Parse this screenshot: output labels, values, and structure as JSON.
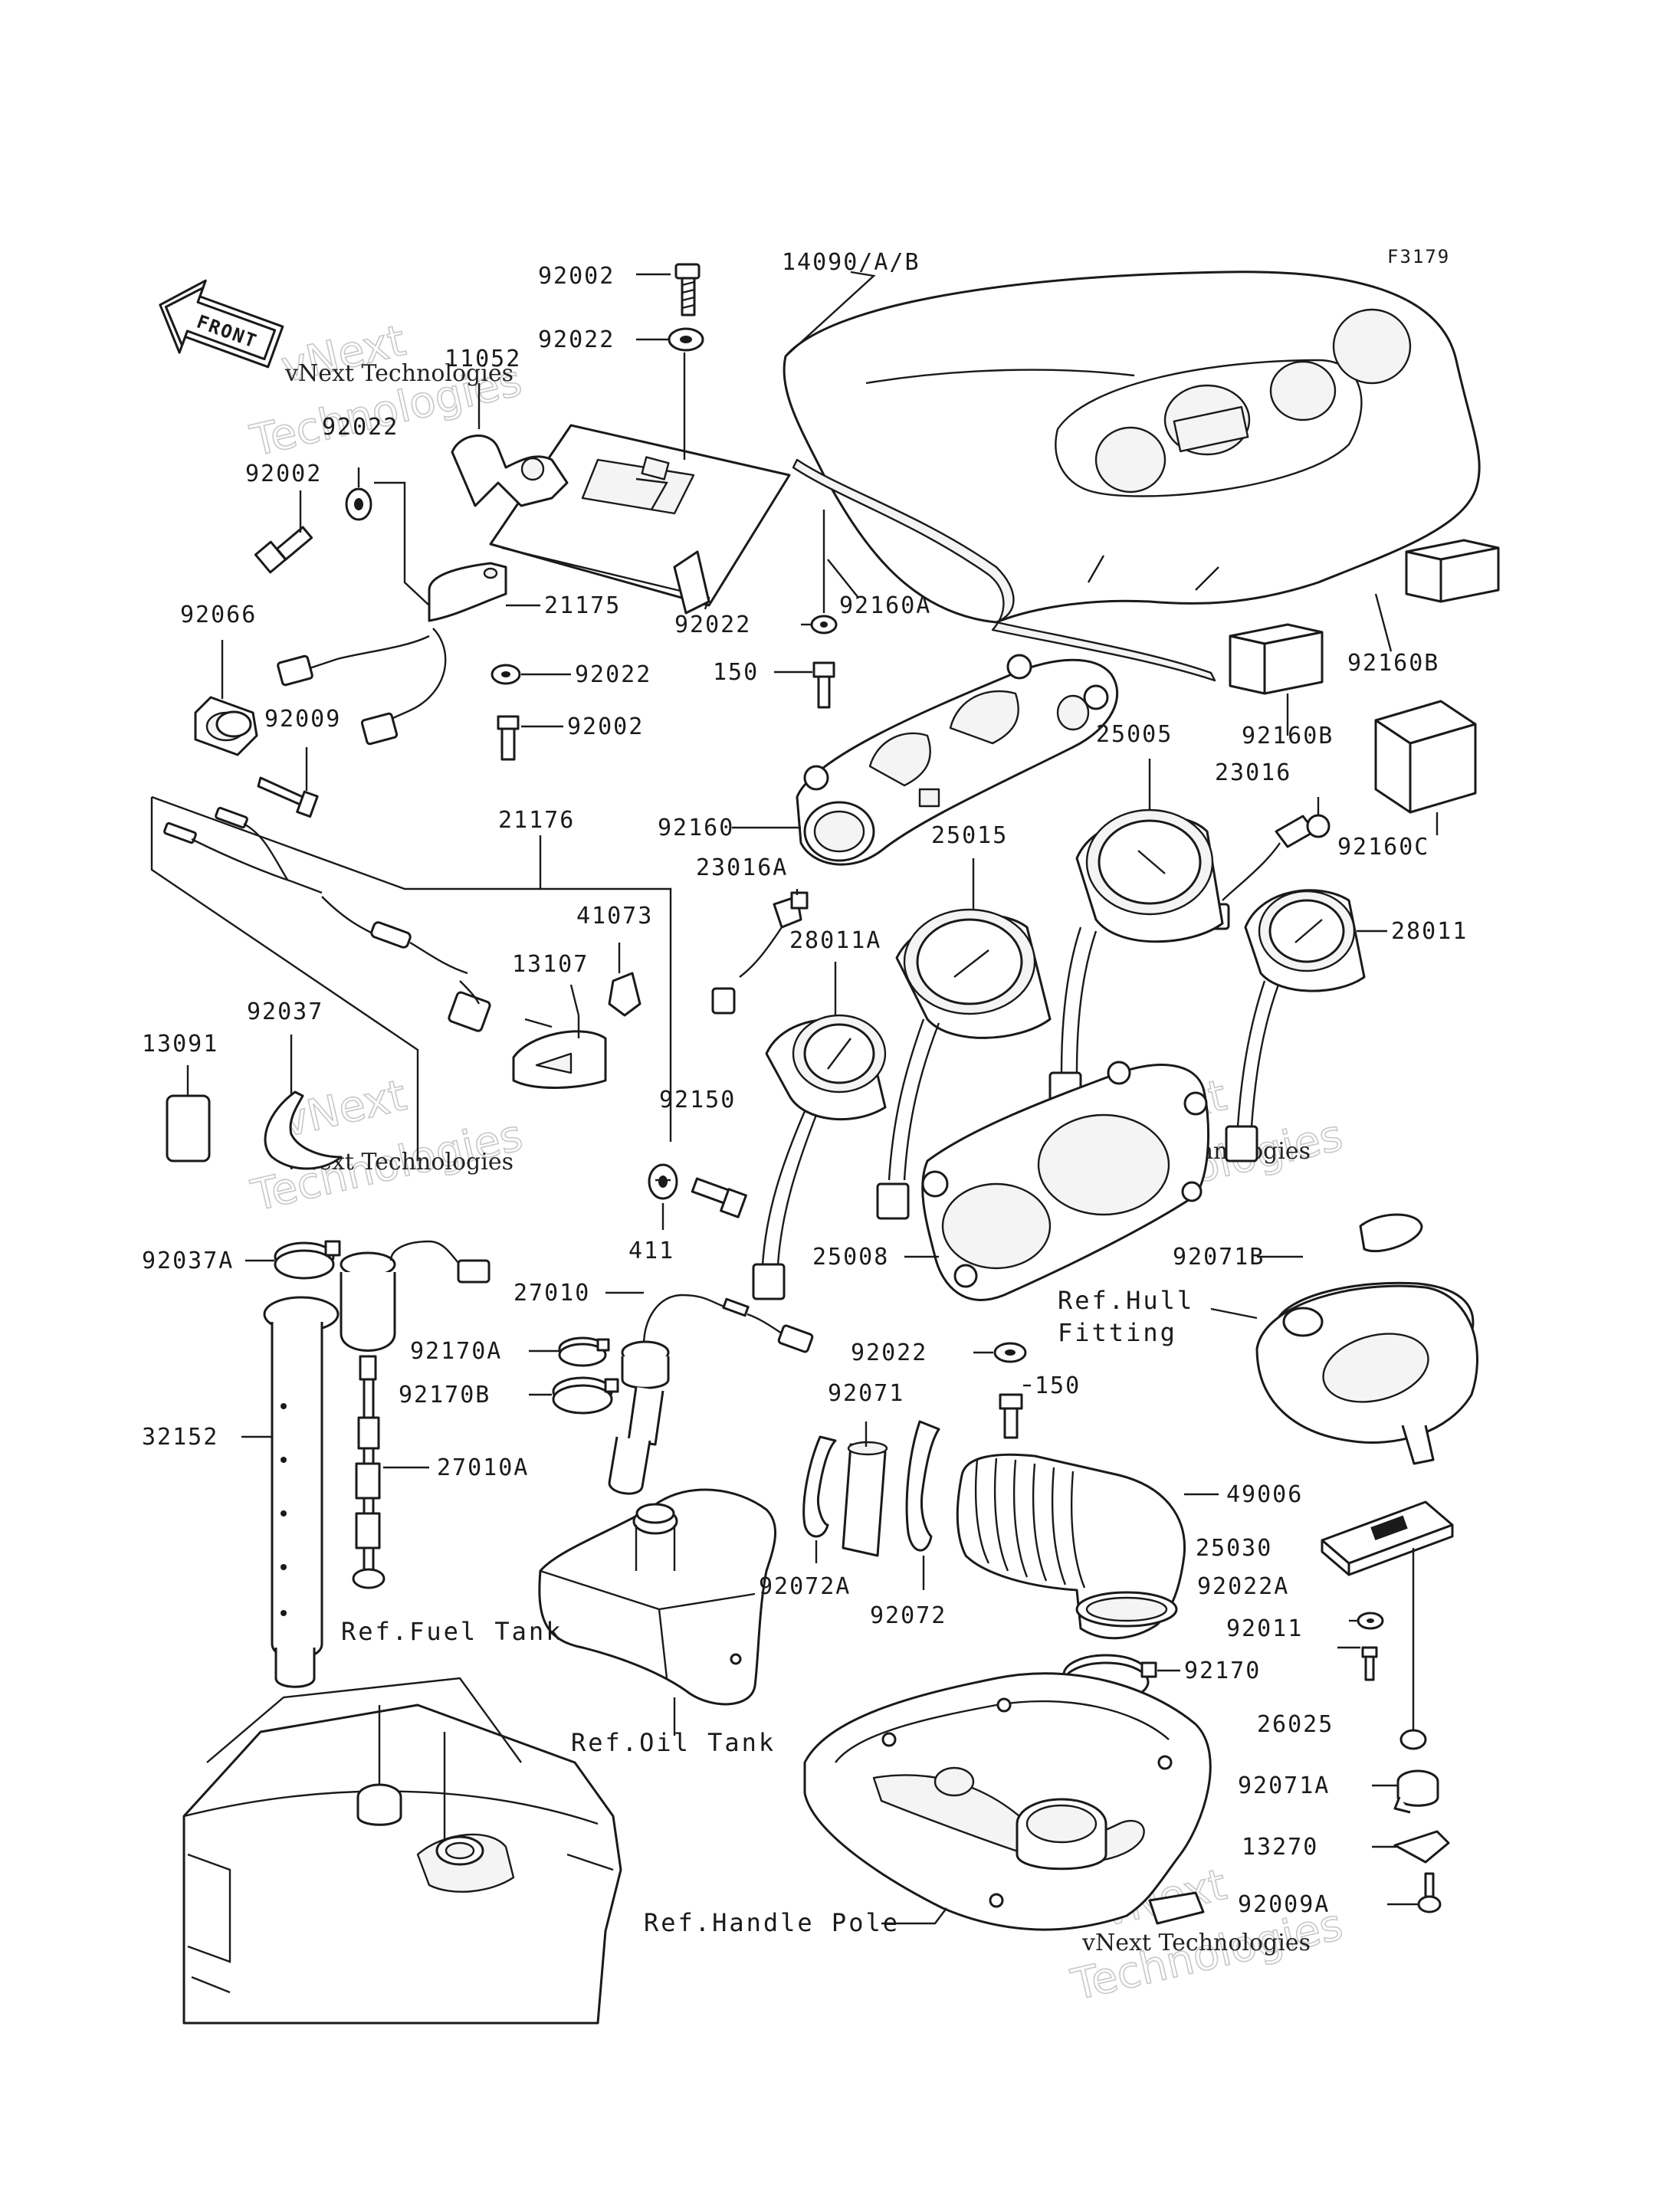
{
  "figure_code": "F3179",
  "front_label": "FRONT",
  "watermark": {
    "line1": "vNext Technologies",
    "line2_a": "vNext",
    "line2_b": "Technologies"
  },
  "part_labels": {
    "p92002_top": "92002",
    "p92022_top": "92022",
    "p14090": "14090/A/B",
    "p11052": "11052",
    "p92022_left": "92022",
    "p92002_left": "92002",
    "p21175": "21175",
    "p92022_mid": "92022",
    "p92160A": "92160A",
    "p92022_c": "92022",
    "p92066": "92066",
    "p92009": "92009",
    "p92002_mid": "92002",
    "p150_top": "150",
    "p92160B_a": "92160B",
    "p92160B_b": "92160B",
    "p25005": "25005",
    "p23016": "23016",
    "p92160C": "92160C",
    "p21176": "21176",
    "p92160": "92160",
    "p25015": "25015",
    "p23016A": "23016A",
    "p41073": "41073",
    "p28011A": "28011A",
    "p13107": "13107",
    "p28011": "28011",
    "p92037": "92037",
    "p13091": "13091",
    "p92150": "92150",
    "p411": "411",
    "p25008": "25008",
    "p92071B": "92071B",
    "p92037A": "92037A",
    "p27010": "27010",
    "p92170A": "92170A",
    "p92022_low": "92022",
    "p92170B": "92170B",
    "p92071": "92071",
    "p150_low": "150",
    "p32152": "32152",
    "p27010A": "27010A",
    "p49006": "49006",
    "p25030": "25030",
    "p92022A": "92022A",
    "p92072A": "92072A",
    "p92072": "92072",
    "p92011": "92011",
    "p92170": "92170",
    "p26025": "26025",
    "p92071A": "92071A",
    "p13270": "13270",
    "p92009A": "92009A"
  },
  "reference_labels": {
    "hull_fitting_1": "Ref.Hull",
    "hull_fitting_2": "Fitting",
    "fuel_tank": "Ref.Fuel Tank",
    "oil_tank": "Ref.Oil Tank",
    "handle_pole": "Ref.Handle Pole"
  }
}
